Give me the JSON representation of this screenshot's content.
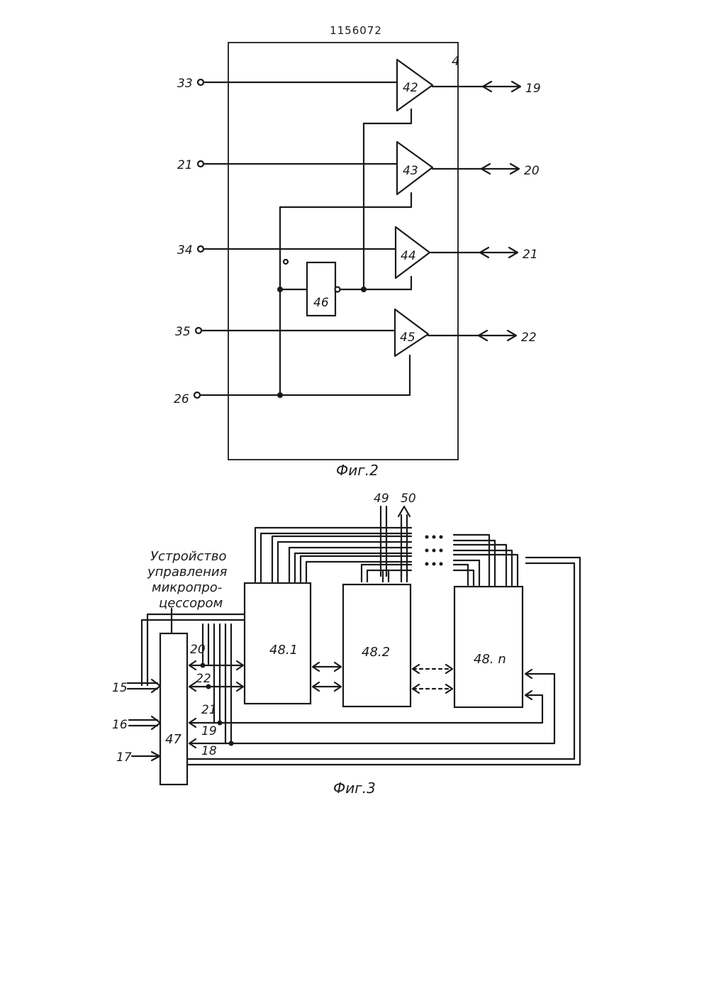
{
  "document": {
    "number": "1156072"
  },
  "fig2": {
    "caption": "Фиг.2",
    "block_label": "4",
    "inputs": [
      "33",
      "21",
      "34",
      "35",
      "26"
    ],
    "amplifiers": [
      "42",
      "43",
      "44",
      "45"
    ],
    "inverter": "46",
    "outputs": [
      "19",
      "20",
      "21",
      "22"
    ]
  },
  "fig3": {
    "caption": "Фиг.3",
    "controller_caption": [
      "Устройство",
      "управления",
      "микропро-",
      "цессором"
    ],
    "controller": "47",
    "modules": [
      "48.1",
      "48.2",
      "48. n"
    ],
    "bus_labels": [
      "49",
      "50"
    ],
    "left_inputs": [
      "15",
      "16",
      "17"
    ],
    "internal_labels": [
      "20",
      "22",
      "21",
      "19",
      "18"
    ]
  }
}
